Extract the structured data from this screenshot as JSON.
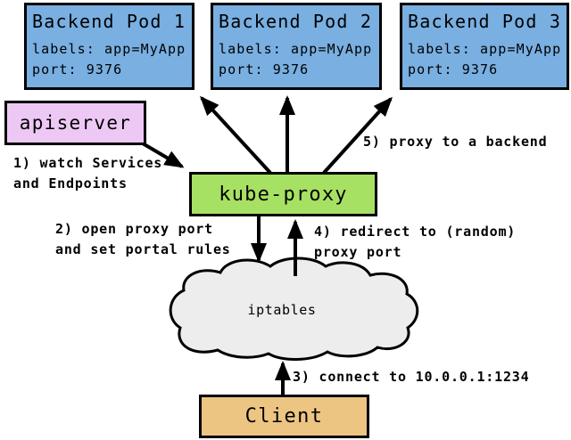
{
  "pods": [
    {
      "title": "Backend Pod 1",
      "labels": "labels: app=MyApp",
      "port": "port: 9376"
    },
    {
      "title": "Backend Pod 2",
      "labels": "labels: app=MyApp",
      "port": "port: 9376"
    },
    {
      "title": "Backend Pod 3",
      "labels": "labels: app=MyApp",
      "port": "port: 9376"
    }
  ],
  "nodes": {
    "apiserver": "apiserver",
    "kube_proxy": "kube-proxy",
    "iptables": "iptables",
    "client": "Client"
  },
  "annotations": {
    "step1": "1) watch Services\nand Endpoints",
    "step2": "2) open proxy port\nand set portal rules",
    "step3": "3) connect to 10.0.0.1:1234",
    "step4": "4) redirect to (random)\nproxy port",
    "step5": "5) proxy to a backend"
  },
  "colors": {
    "pod_fill": "#79afe1",
    "apiserver_fill": "#eec8f4",
    "kube_proxy_fill": "#a7e163",
    "iptables_fill": "#ededed",
    "client_fill": "#edc583",
    "stroke": "#000000"
  }
}
